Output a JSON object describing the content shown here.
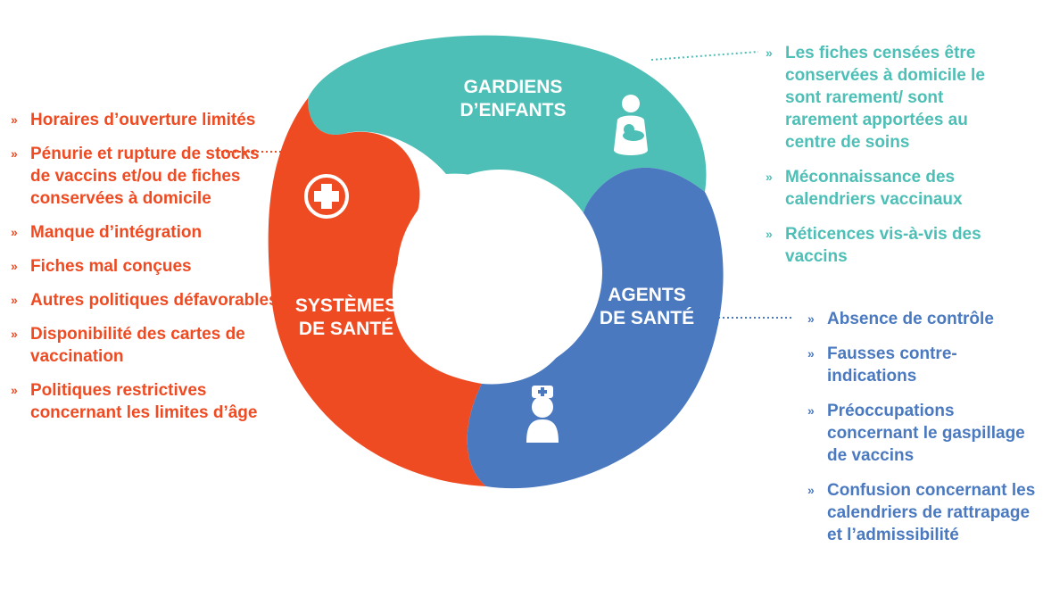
{
  "segments": {
    "teal": {
      "label_line1": "GARDIENS",
      "label_line2": "D’ENFANTS",
      "icon": "parent-with-child-icon"
    },
    "red": {
      "label_line1": "SYSTÈMES",
      "label_line2": "DE SANTÉ",
      "icon": "medical-cross-icon"
    },
    "blue": {
      "label_line1": "AGENTS",
      "label_line2": "DE SANTÉ",
      "icon": "nurse-icon"
    }
  },
  "bullet": "»",
  "lists": {
    "red": [
      "Horaires d’ouverture limités",
      "Pénurie et rupture de stocks de vaccins et/ou de fiches conservées à domicile",
      "Manque d’intégration",
      "Fiches mal conçues",
      "Autres politiques défavorables",
      "Disponibilité des cartes de vaccination",
      "Politiques restrictives concernant les limites d’âge"
    ],
    "teal": [
      "Les fiches censées être conservées à domicile le sont rarement/ sont rarement apportées au centre de soins",
      "Méconnaissance des calendriers vaccinaux",
      "Réticences vis-à-vis des vaccins"
    ],
    "blue": [
      "Absence de contrôle",
      "Fausses contre-indications",
      "Préoccupations concernant le gaspillage de vaccins",
      "Confusion concernant les calendriers de rattrapage et l’admissibilité"
    ]
  },
  "colors": {
    "red": "#ef4b23",
    "teal": "#4dbfb6",
    "blue": "#4a79c0"
  }
}
